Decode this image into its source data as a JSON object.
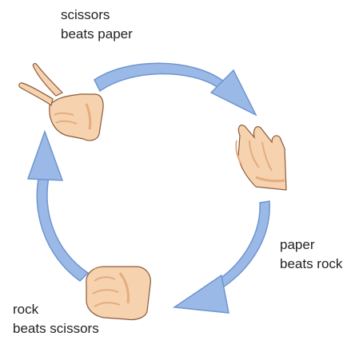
{
  "labels": {
    "scissors": {
      "line1": "scissors",
      "line2": "beats paper"
    },
    "paper": {
      "line1": "paper",
      "line2": "beats rock"
    },
    "rock": {
      "line1": "rock",
      "line2": "beats scissors"
    }
  },
  "colors": {
    "arrow_fill": "#9ab9e6",
    "arrow_stroke": "#6f95cf",
    "skin": "#f6d2ae",
    "skin_shadow": "#e3ad80",
    "skin_outline": "#8c5a3a",
    "text": "#231f20"
  },
  "icons": [
    "scissors-hand-icon",
    "paper-hand-icon",
    "rock-fist-icon",
    "cycle-arrow-icon"
  ]
}
